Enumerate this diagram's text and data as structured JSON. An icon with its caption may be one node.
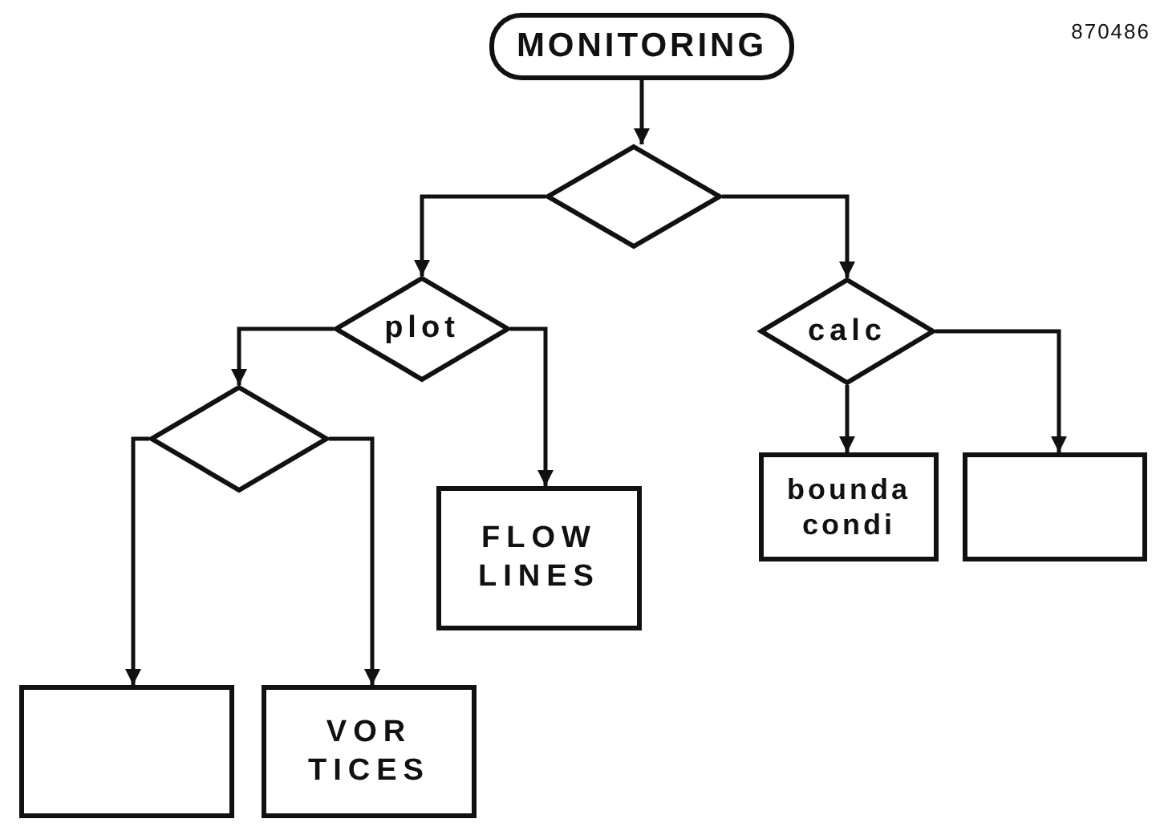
{
  "diagram": {
    "nodes": [
      {
        "text": [
          "MONITORING"
        ]
      },
      {
        "text": [],
        "shape": "diamond"
      },
      {
        "text": [
          "plot"
        ]
      },
      {
        "text": [
          "calc"
        ]
      },
      {
        "text": [],
        "shape": "diamond"
      },
      {
        "text": [
          "FLOW LINES"
        ]
      },
      {
        "text": [
          "bounda condi"
        ]
      },
      {
        "text": [],
        "shape": "box"
      },
      {
        "text": [],
        "shape": "box"
      },
      {
        "text": [
          "VOR TICES"
        ]
      }
    ],
    "edges": [
      {
        "from": 0,
        "to": 1,
        "arrow": "to"
      },
      {
        "from": 1,
        "to": 2,
        "arrow": "to"
      },
      {
        "from": 1,
        "to": 3,
        "arrow": "to"
      },
      {
        "from": 2,
        "to": 4,
        "arrow": "to"
      },
      {
        "from": 2,
        "to": 5,
        "arrow": "to"
      },
      {
        "from": 3,
        "to": 6,
        "arrow": "to"
      },
      {
        "from": 3,
        "to": 7,
        "arrow": "to"
      },
      {
        "from": 4,
        "to": 8,
        "arrow": "to"
      },
      {
        "from": 4,
        "to": 9,
        "arrow": "to"
      }
    ],
    "labels": [
      "870486"
    ]
  }
}
